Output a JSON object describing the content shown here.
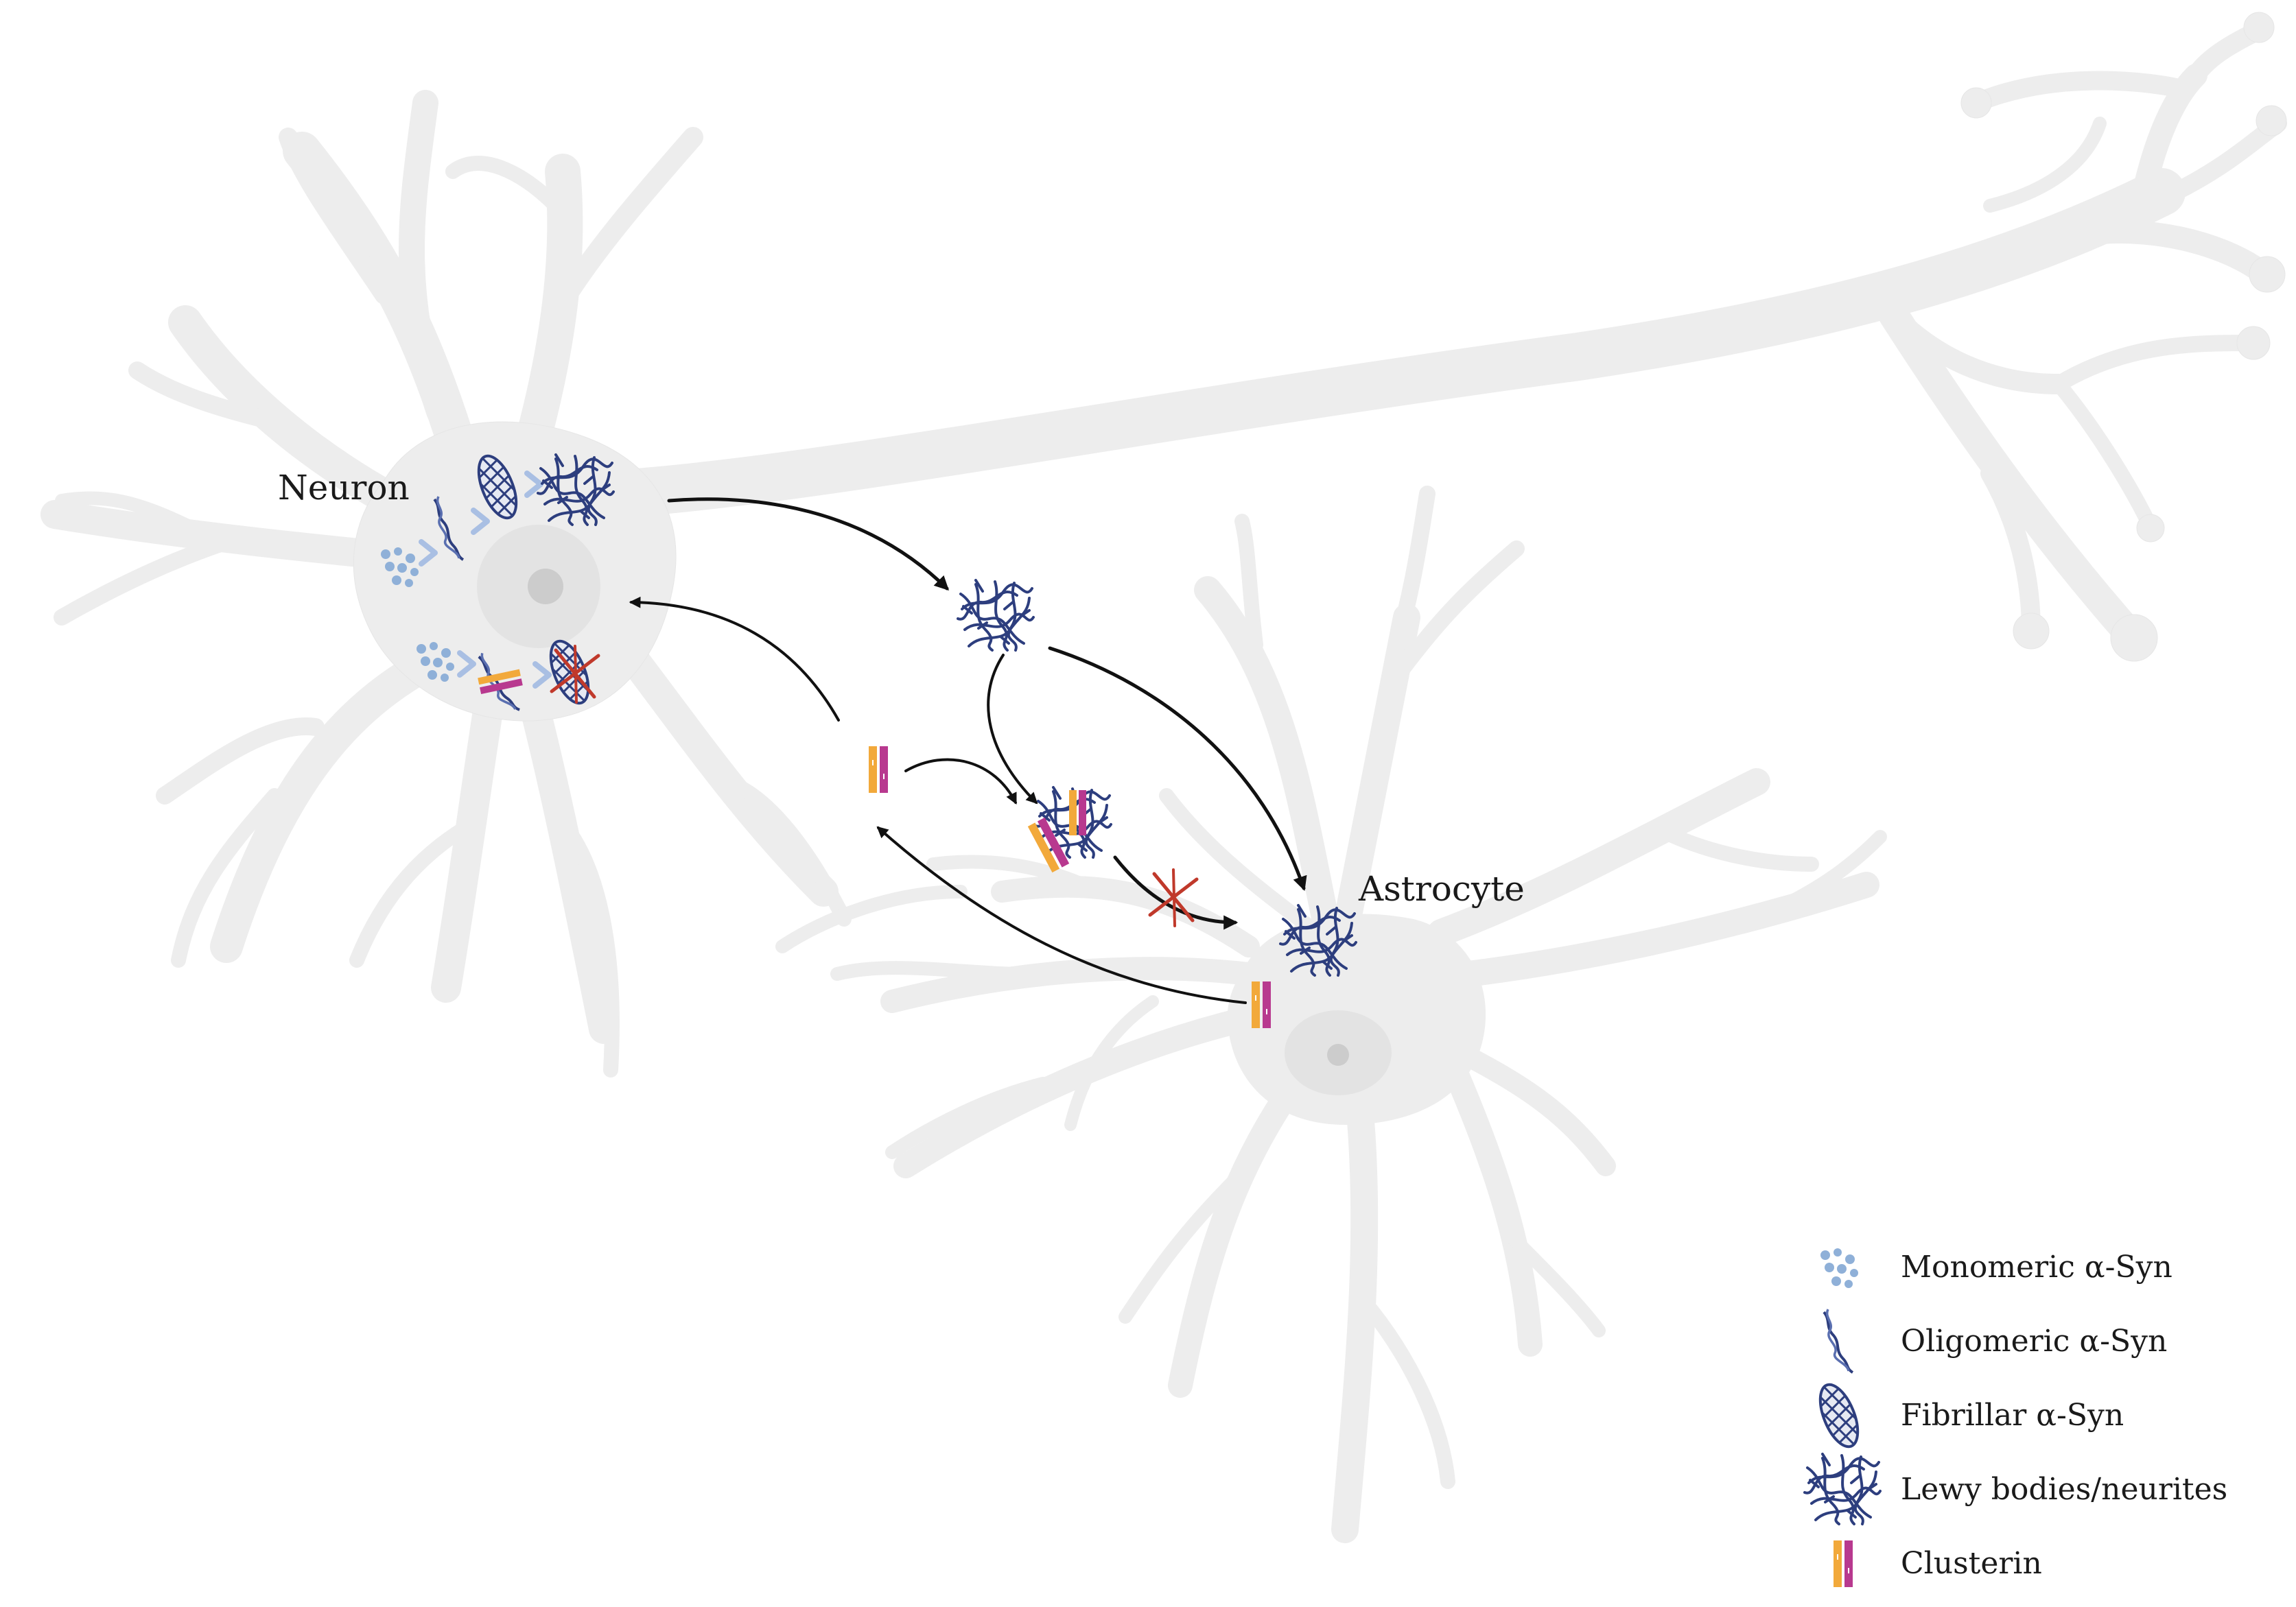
{
  "cells": {
    "neuron_label": "Neuron",
    "astrocyte_label": "Astrocyte"
  },
  "legend": {
    "items": [
      {
        "key": "monomer",
        "label": "Monomeric α-Syn",
        "icon": "monomer-icon"
      },
      {
        "key": "oligomer",
        "label": "Oligomeric α-Syn",
        "icon": "oligomer-icon"
      },
      {
        "key": "fibril",
        "label": "Fibrillar α-Syn",
        "icon": "fibril-icon"
      },
      {
        "key": "lewy",
        "label": "Lewy bodies/neurites",
        "icon": "lewy-body-icon"
      },
      {
        "key": "clusterin",
        "label": "Clusterin",
        "icon": "clusterin-icon"
      }
    ]
  },
  "colors": {
    "cell_fill": "#ededed",
    "nucleus": "#e2e2e2",
    "nucleolus": "#c9c9c9",
    "monomer": "#8fb0d8",
    "synuclein": "#2d3e7e",
    "clusterin_orange": "#f2a93b",
    "clusterin_magenta": "#b8398f",
    "block_mark": "#c0392b",
    "step_chevron": "#a9bfe3",
    "arrow": "#111111"
  }
}
